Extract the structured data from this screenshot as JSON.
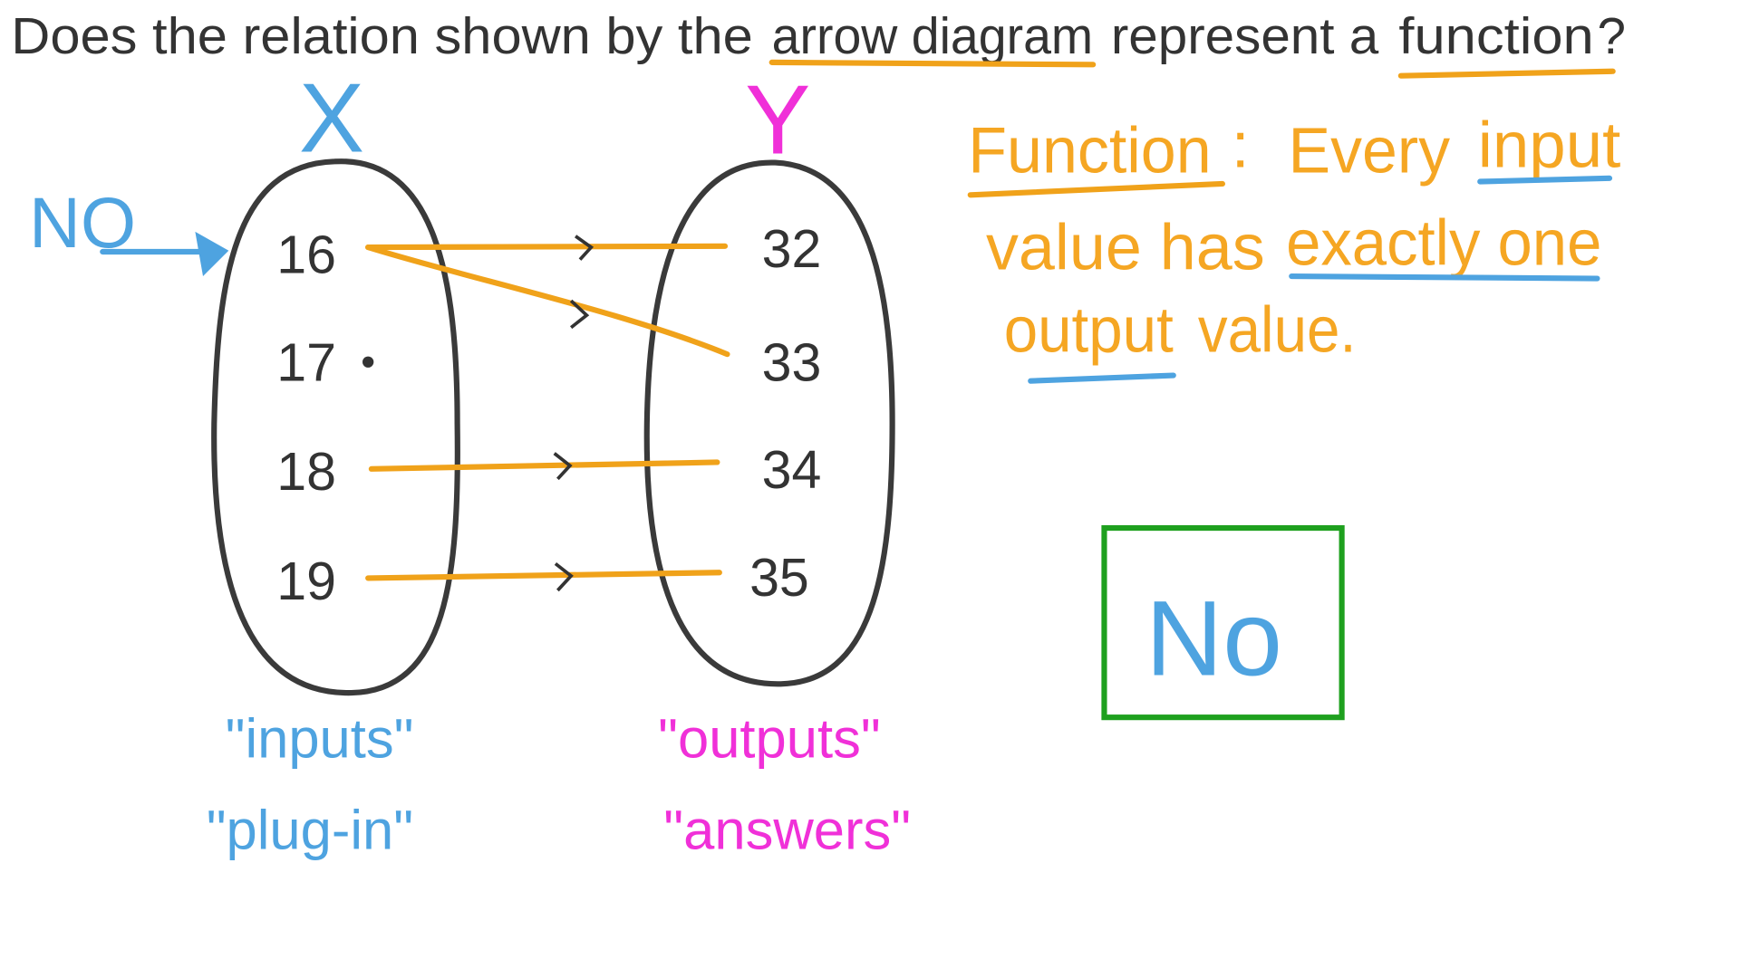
{
  "question": {
    "prefix": "Does the relation shown by the",
    "highlight1": "arrow diagram",
    "middle": "represent a",
    "highlight2": "function",
    "suffix": "?"
  },
  "sets": {
    "x_label": "X",
    "y_label": "Y",
    "inputs": [
      "16",
      "17",
      "18",
      "19"
    ],
    "outputs": [
      "32",
      "33",
      "34",
      "35"
    ],
    "x_caption1": "\"inputs\"",
    "x_caption2": "\"plug-in\"",
    "y_caption1": "\"outputs\"",
    "y_caption2": "\"answers\""
  },
  "mappings": [
    {
      "from": "16",
      "to": "32"
    },
    {
      "from": "16",
      "to": "33"
    },
    {
      "from": "18",
      "to": "34"
    },
    {
      "from": "19",
      "to": "35"
    }
  ],
  "annotation": {
    "no_label": "NO"
  },
  "definition": {
    "term": "Function",
    "colon": ":",
    "line1_rest": "Every",
    "line1_u": "input",
    "line2_a": "value has",
    "line2_u": "exactly one",
    "line3_u": "output",
    "line3_b": "value."
  },
  "answer": {
    "label": "No"
  },
  "colors": {
    "orange": "#f5a623",
    "blue": "#4ea3e0",
    "pink": "#f030d8",
    "green": "#1ea01e",
    "dark": "#3a3a3a"
  }
}
